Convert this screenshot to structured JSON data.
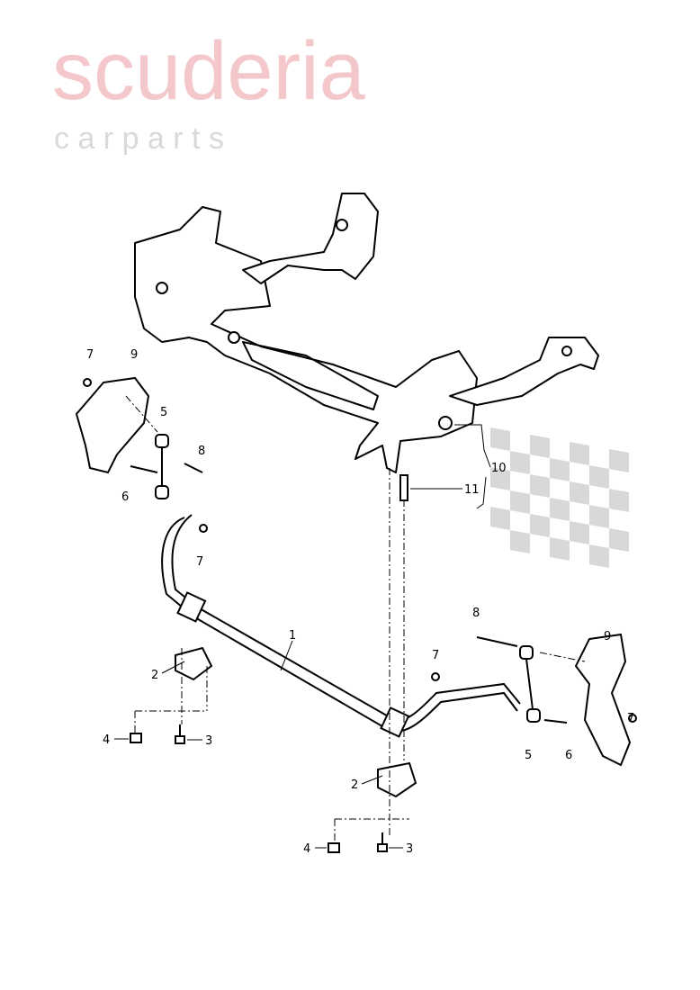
{
  "watermark": {
    "brand": "scuderia",
    "sub": "c a r   p a r t s",
    "brand_color": "#f4c7cb",
    "sub_color": "#d9d9d9",
    "flag_color": "#c8c8c8"
  },
  "callouts": [
    {
      "id": "c1",
      "label": "7"
    },
    {
      "id": "c2",
      "label": "9"
    },
    {
      "id": "c3",
      "label": "5"
    },
    {
      "id": "c4",
      "label": "8"
    },
    {
      "id": "c5",
      "label": "6"
    },
    {
      "id": "c6",
      "label": "7"
    },
    {
      "id": "c7",
      "label": "10"
    },
    {
      "id": "c8",
      "label": "11"
    },
    {
      "id": "c9",
      "label": "1"
    },
    {
      "id": "c10",
      "label": "7"
    },
    {
      "id": "c11",
      "label": "8"
    },
    {
      "id": "c12",
      "label": "9"
    },
    {
      "id": "c13",
      "label": "7"
    },
    {
      "id": "c14",
      "label": "2"
    },
    {
      "id": "c15",
      "label": "4"
    },
    {
      "id": "c16",
      "label": "3"
    },
    {
      "id": "c17",
      "label": "5"
    },
    {
      "id": "c18",
      "label": "6"
    },
    {
      "id": "c19",
      "label": "2"
    },
    {
      "id": "c20",
      "label": "4"
    },
    {
      "id": "c21",
      "label": "3"
    }
  ]
}
